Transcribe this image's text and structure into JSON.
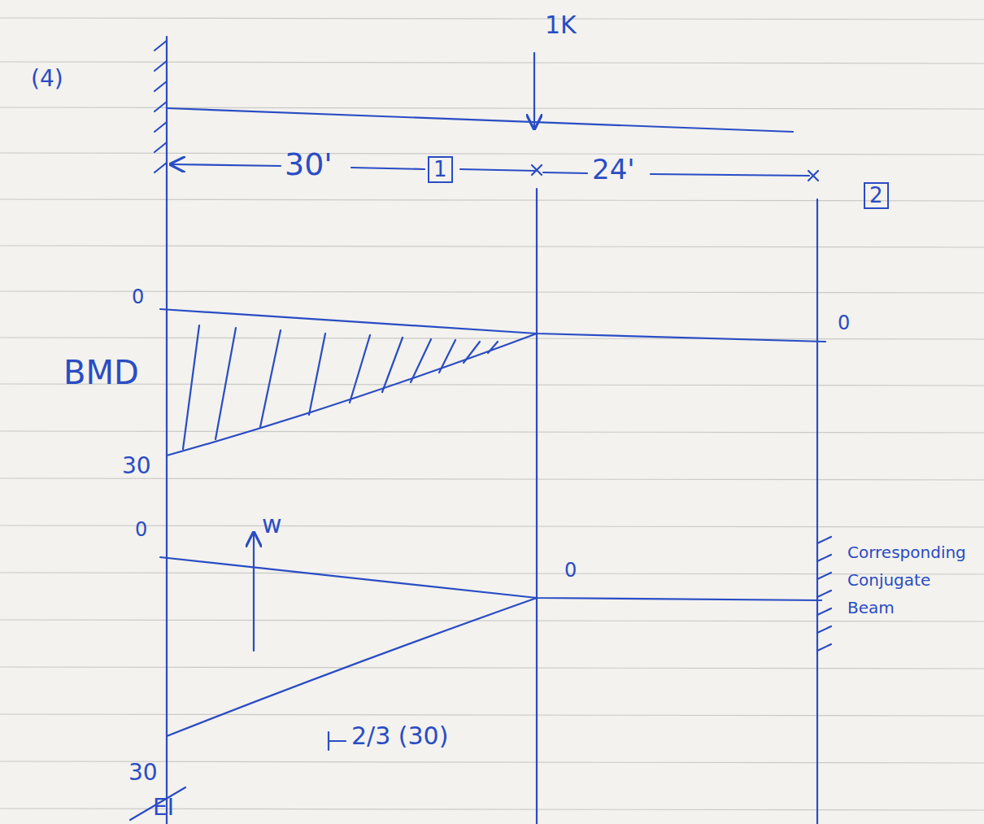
{
  "diagram": {
    "labels": [
      "(4)",
      "1K",
      "30'",
      "1",
      "24'",
      "2",
      "0",
      "BMD",
      "0",
      "30",
      "w",
      "0",
      "0",
      "Corresponding Conjugate Beam",
      "30",
      "EI",
      "2/3 (30)"
    ]
  }
}
